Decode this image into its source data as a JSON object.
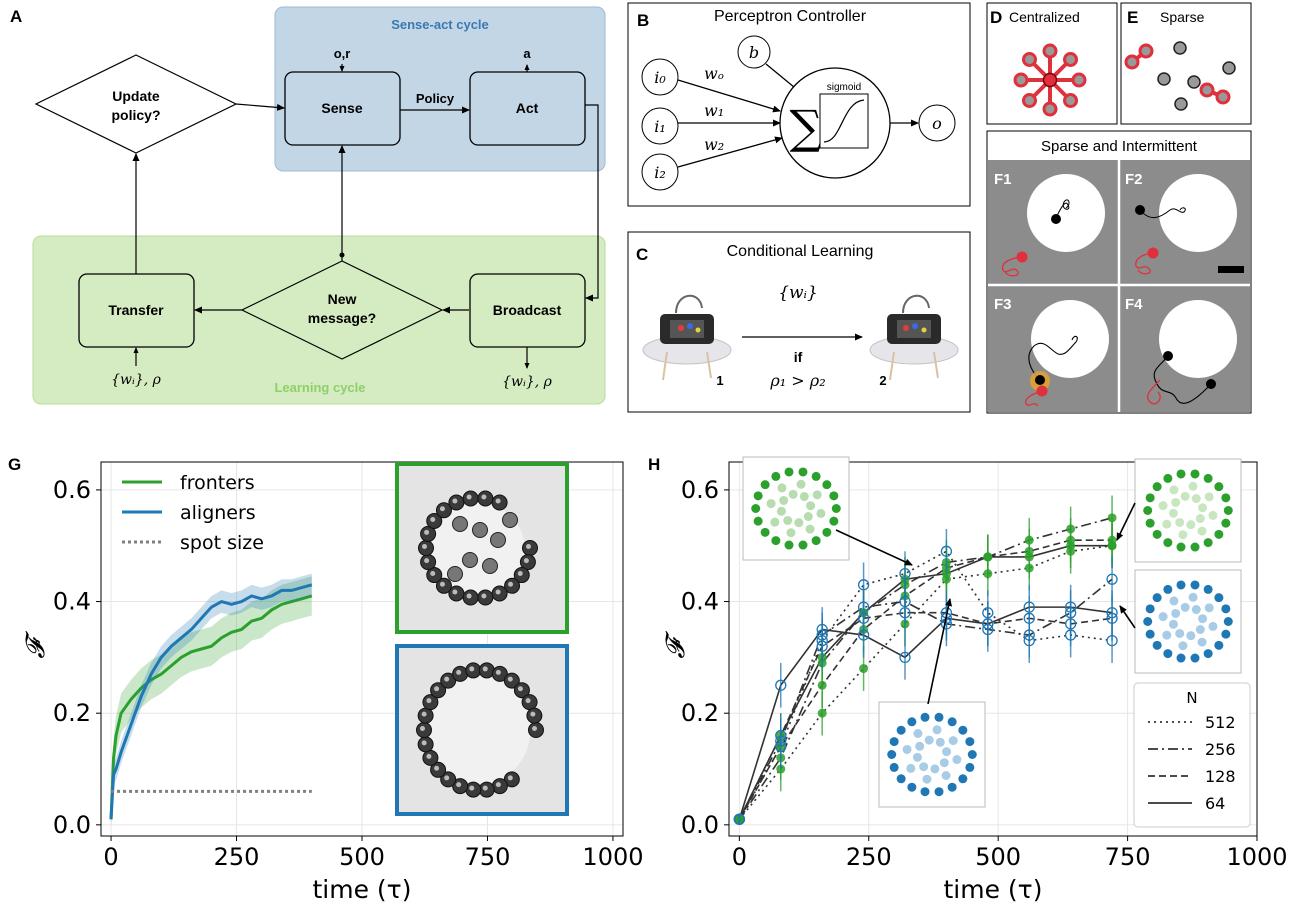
{
  "panels": {
    "A": {
      "label": "A",
      "sense_act_title": "Sense-act cycle",
      "learning_title": "Learning cycle",
      "update_policy": [
        "Update",
        "policy?"
      ],
      "sense": "Sense",
      "act": "Act",
      "policy_arrow": "Policy",
      "or_input": "o,r",
      "a_output": "a",
      "transfer": "Transfer",
      "new_message": [
        "New",
        "message?"
      ],
      "broadcast": "Broadcast",
      "transfer_params": "{wᵢ}, ρ",
      "broadcast_params": "{wᵢ}, ρ"
    },
    "B": {
      "label": "B",
      "title": "Perceptron Controller",
      "bias": "b",
      "inputs": [
        "i₀",
        "i₁",
        "i₂"
      ],
      "weights": [
        "wₒ",
        "w₁",
        "w₂"
      ],
      "sum_symbol": "∑",
      "activation": "sigmoid",
      "output": "o"
    },
    "C": {
      "label": "C",
      "title": "Conditional Learning",
      "weights": "{wᵢ}",
      "condition_if": "if",
      "condition": "ρ₁ > ρ₂",
      "robot1": "1",
      "robot2": "2"
    },
    "D": {
      "label": "D",
      "title": "Centralized"
    },
    "E": {
      "label": "E",
      "title": "Sparse"
    },
    "F": {
      "title": "Sparse and Intermittent",
      "subpanels": [
        "F1",
        "F2",
        "F3",
        "F4"
      ]
    }
  },
  "colors": {
    "sense_act_bg": "#c3d6e6",
    "sense_act_title": "#3c78b0",
    "learning_bg": "#d5ecc2",
    "learning_title": "#8fcf6a",
    "fronters": "#2ca02c",
    "aligners": "#1f77b4",
    "spot": "#808080",
    "robot_red": "#e0303c",
    "f_bg": "#8c8c8c"
  },
  "chart_data": [
    {
      "type": "line",
      "panel": "G",
      "ylabel": "𝓕",
      "xlabel": "time (τ)",
      "xlim": [
        -20,
        1020
      ],
      "ylim": [
        -0.02,
        0.65
      ],
      "xticks": [
        "0",
        "250",
        "500",
        "750",
        "1000"
      ],
      "yticks": [
        "0.0",
        "0.2",
        "0.4",
        "0.6"
      ],
      "grid": true,
      "legend": "top-left",
      "series": [
        {
          "name": "fronters",
          "x": [
            0,
            5,
            10,
            20,
            40,
            60,
            80,
            100,
            120,
            140,
            160,
            180,
            200,
            220,
            240,
            260,
            280,
            300,
            320,
            340,
            360,
            380,
            400
          ],
          "y": [
            0.01,
            0.12,
            0.16,
            0.2,
            0.225,
            0.245,
            0.26,
            0.27,
            0.285,
            0.3,
            0.31,
            0.315,
            0.32,
            0.335,
            0.345,
            0.35,
            0.365,
            0.37,
            0.385,
            0.395,
            0.4,
            0.405,
            0.41
          ]
        },
        {
          "name": "aligners",
          "x": [
            0,
            5,
            10,
            20,
            40,
            60,
            80,
            100,
            120,
            140,
            160,
            180,
            200,
            220,
            240,
            260,
            280,
            300,
            320,
            340,
            360,
            380,
            400
          ],
          "y": [
            0.01,
            0.09,
            0.1,
            0.13,
            0.18,
            0.23,
            0.27,
            0.3,
            0.32,
            0.335,
            0.35,
            0.37,
            0.39,
            0.4,
            0.395,
            0.4,
            0.41,
            0.405,
            0.41,
            0.42,
            0.42,
            0.425,
            0.43
          ]
        },
        {
          "name": "spot size",
          "x": [
            0,
            400
          ],
          "y": [
            0.06,
            0.06
          ]
        }
      ]
    },
    {
      "type": "line",
      "panel": "H",
      "ylabel": "𝓕",
      "xlabel": "time (τ)",
      "xlim": [
        -20,
        1000
      ],
      "ylim": [
        -0.02,
        0.65
      ],
      "xticks": [
        "0",
        "250",
        "500",
        "750",
        "1000"
      ],
      "yticks": [
        "0.0",
        "0.2",
        "0.4",
        "0.6"
      ],
      "grid": true,
      "legend_title": "N",
      "legend": "bottom-right",
      "x": [
        0,
        80,
        160,
        240,
        320,
        400,
        480,
        560,
        640,
        720
      ],
      "series": [
        {
          "name": "512",
          "group": "fronters",
          "y": [
            0.01,
            0.1,
            0.2,
            0.28,
            0.36,
            0.44,
            0.45,
            0.46,
            0.49,
            0.5
          ]
        },
        {
          "name": "256",
          "group": "fronters",
          "y": [
            0.01,
            0.12,
            0.29,
            0.38,
            0.43,
            0.47,
            0.48,
            0.51,
            0.53,
            0.55
          ]
        },
        {
          "name": "128",
          "group": "fronters",
          "y": [
            0.01,
            0.14,
            0.25,
            0.35,
            0.41,
            0.46,
            0.48,
            0.49,
            0.51,
            0.51
          ]
        },
        {
          "name": "64",
          "group": "fronters",
          "y": [
            0.01,
            0.16,
            0.3,
            0.38,
            0.44,
            0.45,
            0.48,
            0.48,
            0.5,
            0.5
          ]
        },
        {
          "name": "512",
          "group": "aligners",
          "y": [
            0.01,
            0.14,
            0.33,
            0.43,
            0.45,
            0.49,
            0.38,
            0.33,
            0.34,
            0.33
          ]
        },
        {
          "name": "256",
          "group": "aligners",
          "y": [
            0.01,
            0.15,
            0.34,
            0.39,
            0.4,
            0.36,
            0.35,
            0.34,
            0.38,
            0.44
          ]
        },
        {
          "name": "128",
          "group": "aligners",
          "y": [
            0.01,
            0.16,
            0.32,
            0.37,
            0.38,
            0.38,
            0.36,
            0.37,
            0.36,
            0.37
          ]
        },
        {
          "name": "64",
          "group": "aligners",
          "y": [
            0.01,
            0.25,
            0.35,
            0.34,
            0.3,
            0.37,
            0.36,
            0.39,
            0.39,
            0.38
          ]
        }
      ]
    }
  ]
}
